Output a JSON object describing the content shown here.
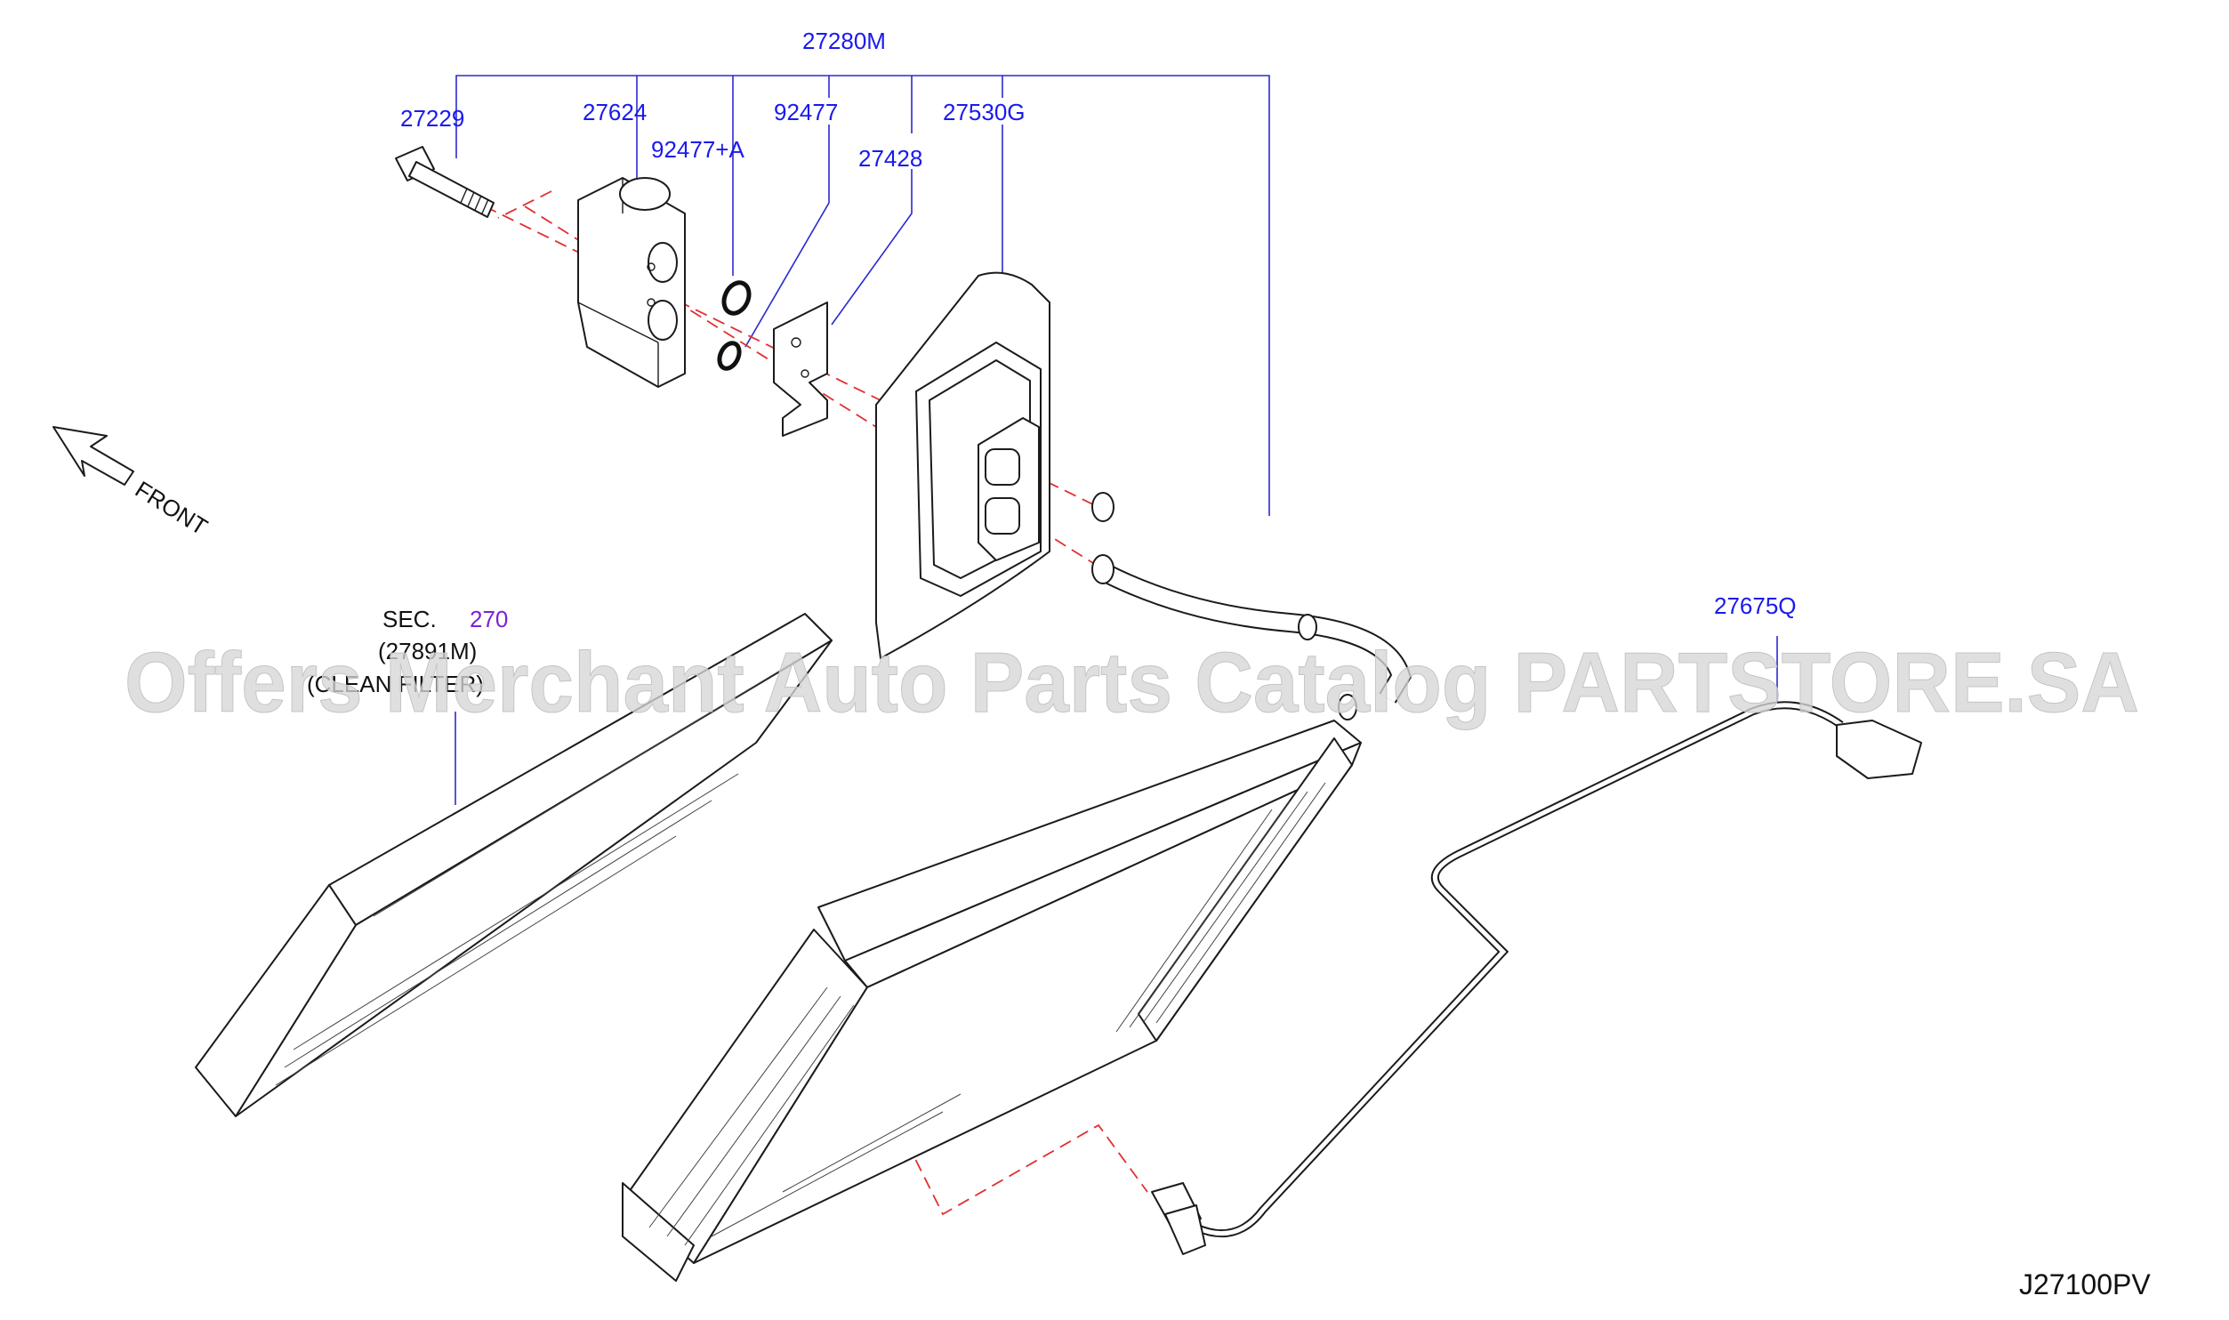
{
  "diagram_code": "J27100PV",
  "watermark": "Offers Merchant Auto Parts Catalog PARTSTORE.SA",
  "direction": {
    "label": "FRONT"
  },
  "section_ref": {
    "prefix": "SEC.",
    "number": "270",
    "part": "(27891M)",
    "name": "(CLEAN FILTER)"
  },
  "callouts": {
    "assembly": "27280M",
    "bolt": "27229",
    "expansion_valve": "27624",
    "o_ring_a": "92477+A",
    "o_ring": "92477",
    "bracket": "27428",
    "seal": "27530G",
    "sensor": "27675Q"
  },
  "colors": {
    "callout": "#1a1aee",
    "link": "#7a22d6",
    "centerline": "#e03030",
    "line": "#1b1b1b"
  }
}
